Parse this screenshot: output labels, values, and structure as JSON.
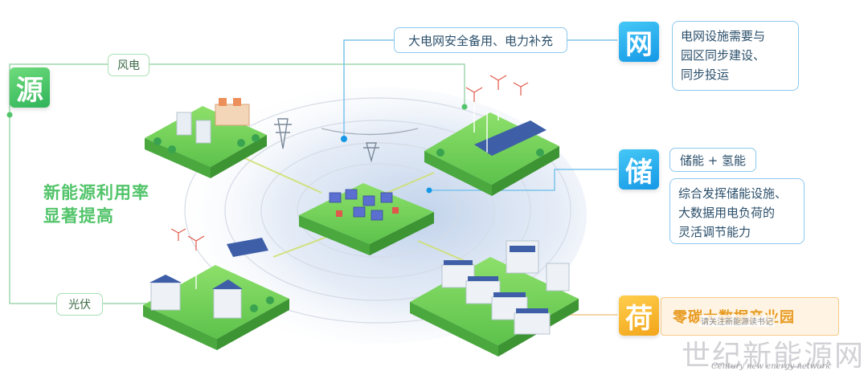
{
  "source": {
    "badge": "源",
    "wind_label": "风电",
    "solar_label": "光伏"
  },
  "grid": {
    "badge": "网",
    "backup_label": "大电网安全备用、电力补充",
    "desc_lines": [
      "电网设施需要与",
      "园区同步建设、",
      "同步投运"
    ]
  },
  "storage": {
    "badge": "储",
    "title": "储能 + 氢能",
    "desc_lines": [
      "综合发挥储能设施、",
      "大数据用电负荷的",
      "灵活调节能力"
    ]
  },
  "load": {
    "badge": "荷",
    "label": "零碳大数据产业园"
  },
  "headline": {
    "lines": [
      "新能源利用率",
      "显著提高"
    ]
  },
  "watermark": {
    "overlay": "请关注新能源读书记",
    "brand_cn": "世纪新能源网",
    "brand_en": "Century new energy network"
  },
  "colors": {
    "green": "#52c46a",
    "blue": "#1598e6",
    "orange": "#f2a51a"
  }
}
